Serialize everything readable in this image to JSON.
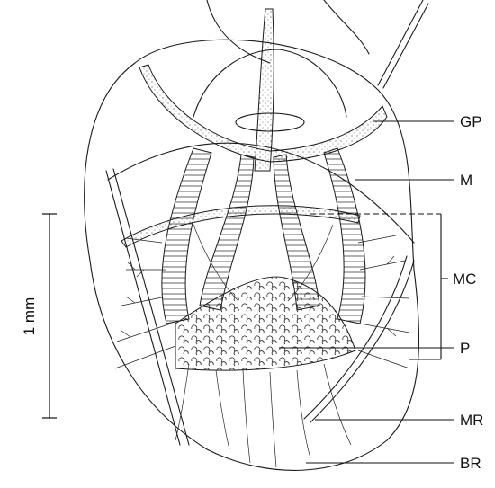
{
  "figure": {
    "scale_label": "1 mm",
    "labels": {
      "gp": "GP",
      "m": "M",
      "mc": "MC",
      "p": "P",
      "mr": "MR",
      "br": "BR"
    }
  },
  "colors": {
    "ink": "#1a1a1a",
    "background": "#ffffff",
    "stipple": "#555555"
  }
}
